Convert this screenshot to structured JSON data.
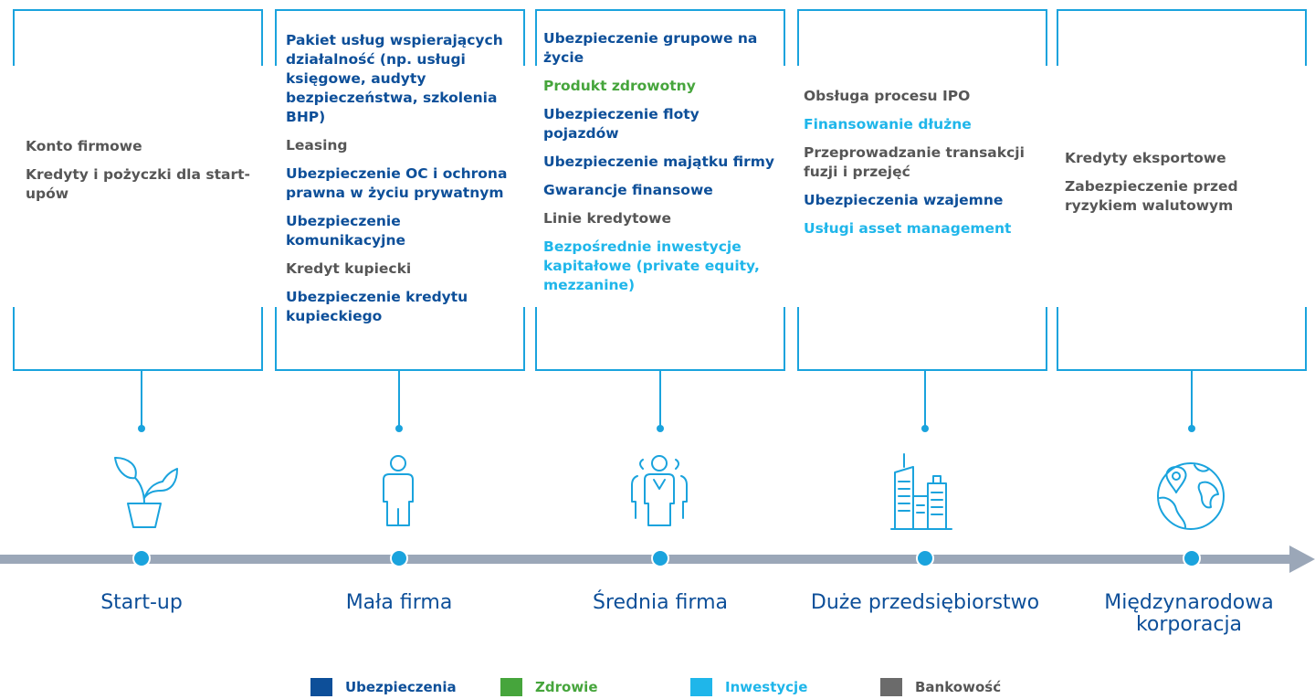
{
  "colors": {
    "insurance": "#0d4f99",
    "health": "#46a53c",
    "investments": "#1fb6ea",
    "banking": "#565656",
    "frame": "#1aa3dd",
    "axis": "#9ba7b8"
  },
  "stages": [
    {
      "label": "Start-up",
      "icon": "plant-icon",
      "items": [
        {
          "text": "Konto firmowe",
          "category": "banking"
        },
        {
          "text": "Kredyty i pożyczki  dla start-upów",
          "category": "banking"
        }
      ]
    },
    {
      "label": "Mała firma",
      "icon": "person-icon",
      "items": [
        {
          "text": "Pakiet usług wspierających działalność (np. usługi księgowe, audyty bezpieczeństwa, szkolenia BHP)",
          "category": "insurance"
        },
        {
          "text": "Leasing",
          "category": "banking"
        },
        {
          "text": "Ubezpieczenie OC i ochrona prawna w życiu prywatnym",
          "category": "insurance"
        },
        {
          "text": "Ubezpieczenie komunikacyjne",
          "category": "insurance"
        },
        {
          "text": "Kredyt kupiecki",
          "category": "banking"
        },
        {
          "text": "Ubezpieczenie kredytu kupieckiego",
          "category": "insurance"
        }
      ]
    },
    {
      "label": "Średnia firma",
      "icon": "team-icon",
      "items": [
        {
          "text": "Ubezpieczenie grupowe na życie",
          "category": "insurance"
        },
        {
          "text": "Produkt zdrowotny",
          "category": "health"
        },
        {
          "text": "Ubezpieczenie floty pojazdów",
          "category": "insurance"
        },
        {
          "text": "Ubezpieczenie majątku firmy",
          "category": "insurance"
        },
        {
          "text": "Gwarancje finansowe",
          "category": "insurance"
        },
        {
          "text": "Linie kredytowe",
          "category": "banking"
        },
        {
          "text": "Bezpośrednie inwestycje kapitałowe (private equity, mezzanine)",
          "category": "investments"
        }
      ]
    },
    {
      "label": "Duże przedsiębiorstwo",
      "icon": "buildings-icon",
      "items": [
        {
          "text": "Obsługa procesu IPO",
          "category": "banking"
        },
        {
          "text": "Finansowanie dłużne",
          "category": "investments"
        },
        {
          "text": "Przeprowadzanie transakcji fuzji i przejęć",
          "category": "banking"
        },
        {
          "text": "Ubezpieczenia wzajemne",
          "category": "insurance"
        },
        {
          "text": "Usługi asset management",
          "category": "investments"
        }
      ]
    },
    {
      "label": "Międzynarodowa korporacja",
      "icon": "globe-icon",
      "items": [
        {
          "text": "Kredyty eksportowe",
          "category": "banking"
        },
        {
          "text": "Zabezpieczenie przed ryzykiem walutowym",
          "category": "banking"
        }
      ]
    }
  ],
  "legend": [
    {
      "label": "Ubezpieczenia",
      "category": "insurance"
    },
    {
      "label": "Zdrowie",
      "category": "health"
    },
    {
      "label": "Inwestycje",
      "category": "investments"
    },
    {
      "label": "Bankowość",
      "category": "banking"
    }
  ]
}
